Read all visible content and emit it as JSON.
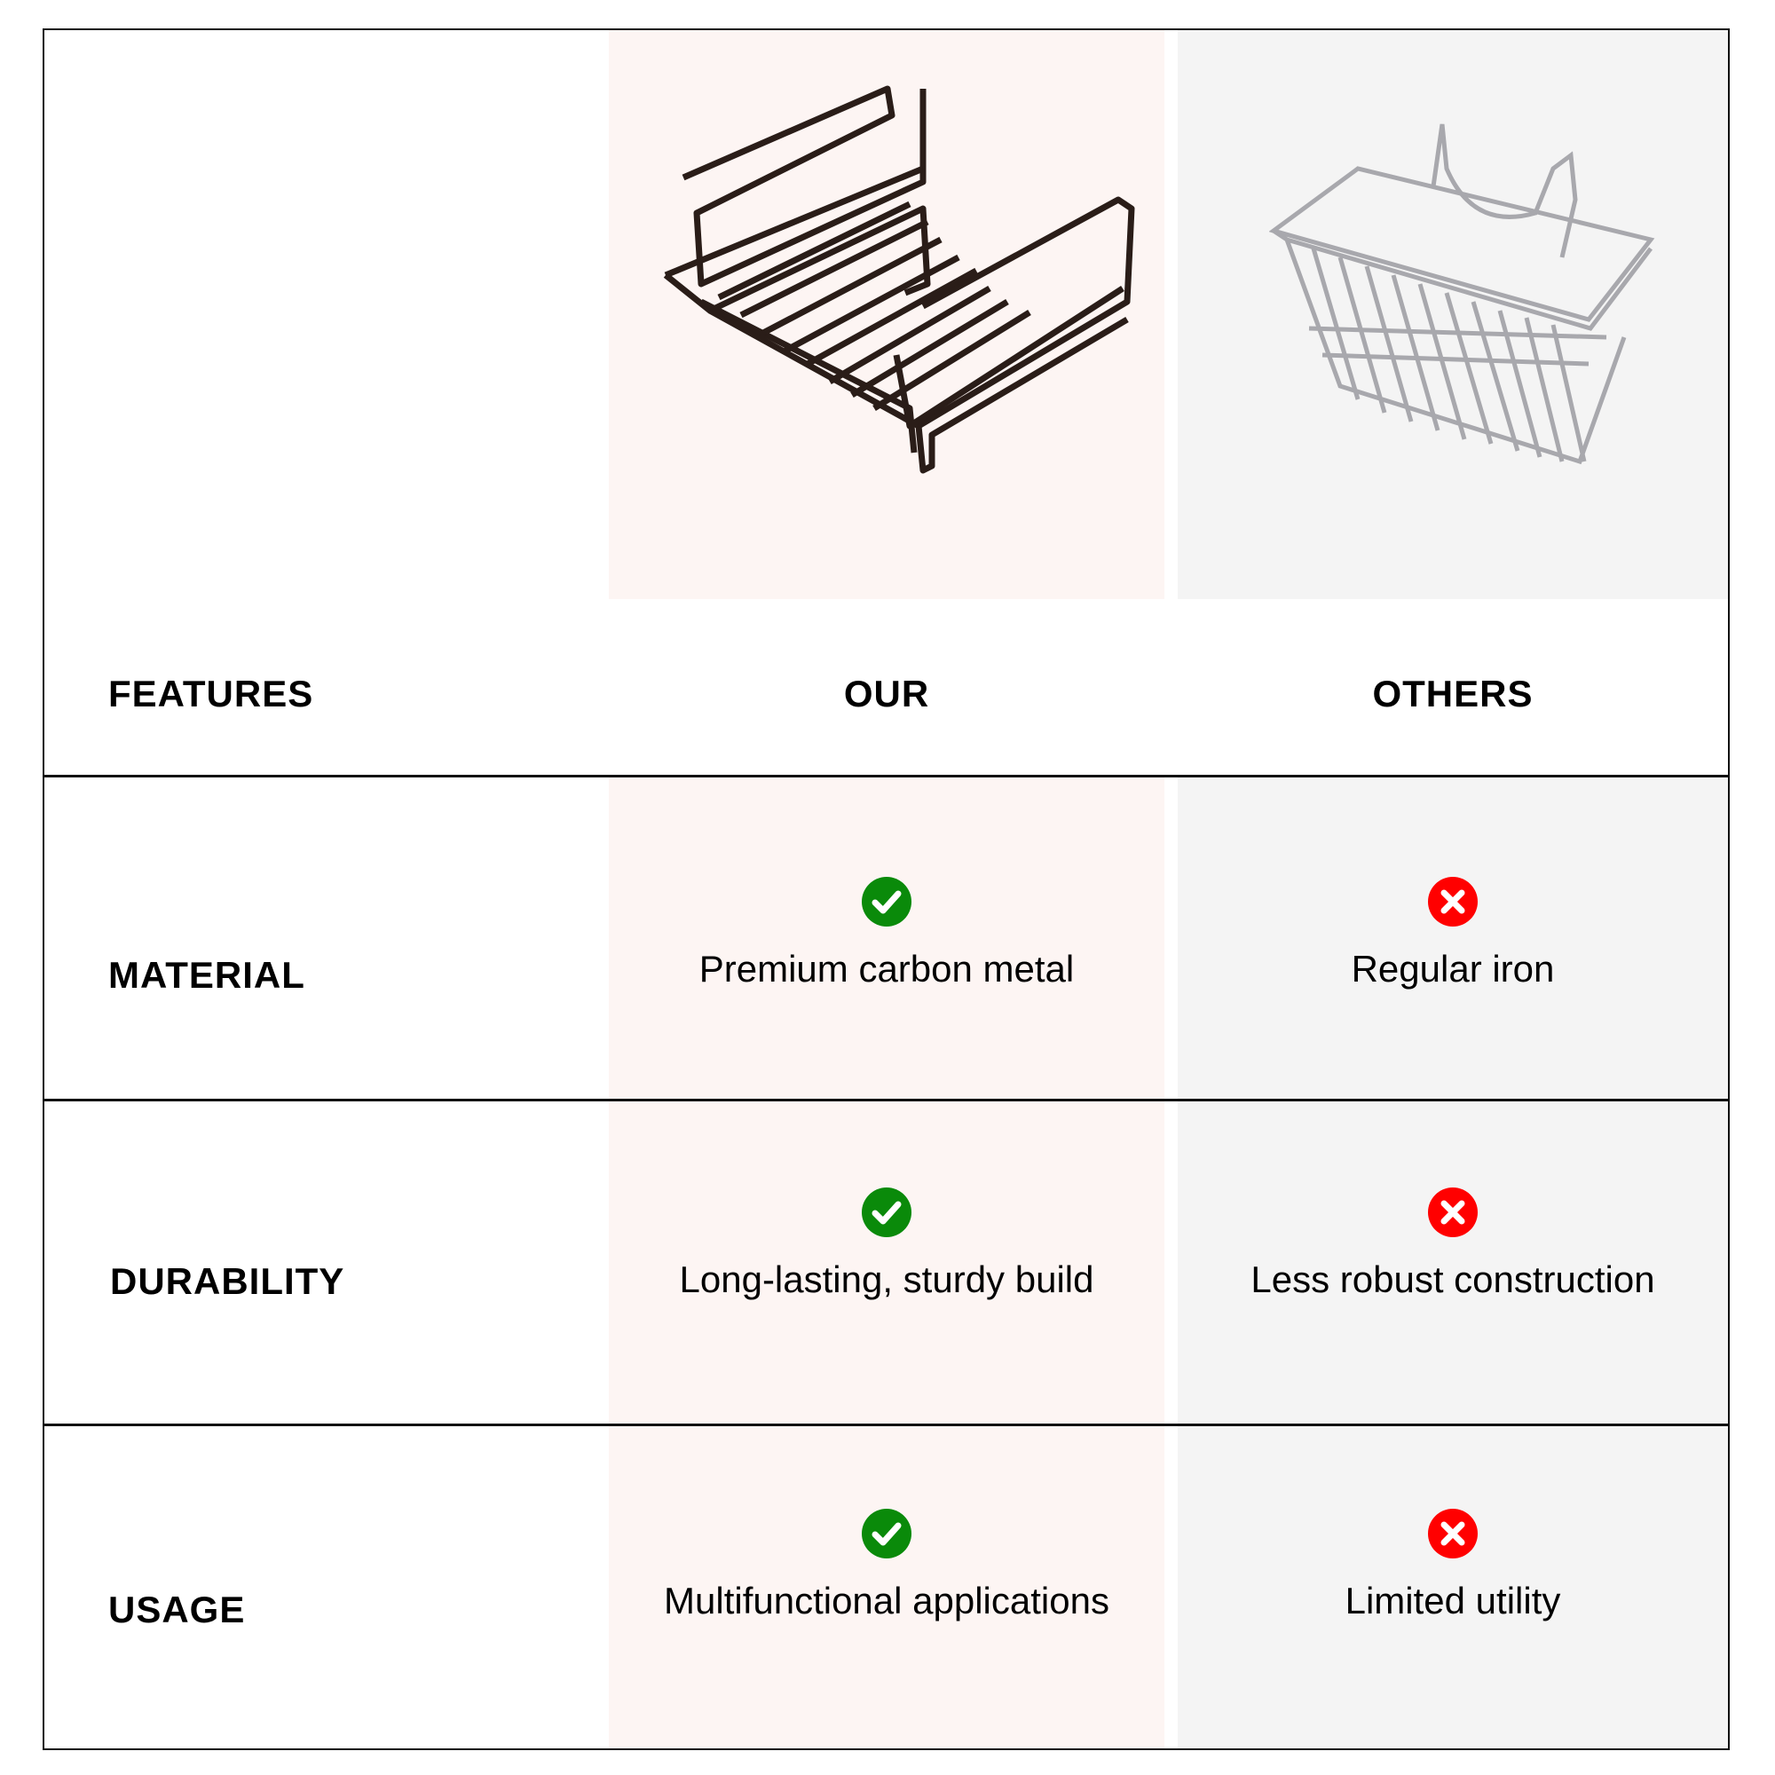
{
  "header": {
    "features": "FEATURES",
    "our": "OUR",
    "others": "OTHERS"
  },
  "colors": {
    "our_bg": "#fdf5f3",
    "others_bg": "#f4f4f4",
    "check": "#0a8a0a",
    "cross": "#ff0000"
  },
  "rows": [
    {
      "feature": "MATERIAL",
      "our": "Premium carbon metal",
      "others": "Regular iron"
    },
    {
      "feature": "DURABILITY",
      "our": "Long-lasting, sturdy build",
      "others": "Less robust construction"
    },
    {
      "feature": "USAGE",
      "our": "Multifunctional applications",
      "others": "Limited utility"
    }
  ],
  "icons": {
    "our": "check-circle-icon",
    "others": "x-circle-icon"
  }
}
